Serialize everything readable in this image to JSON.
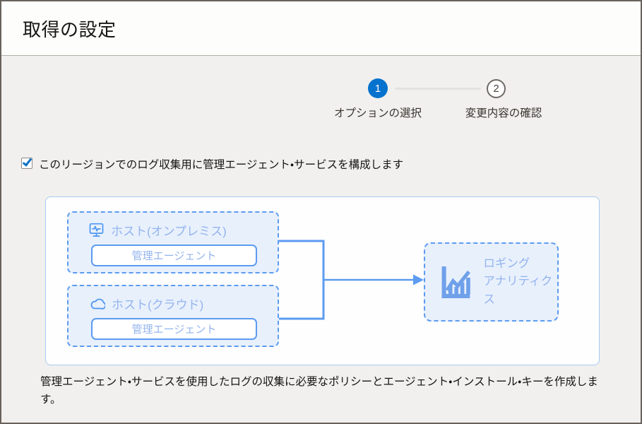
{
  "header": {
    "title": "取得の設定"
  },
  "stepper": {
    "steps": [
      {
        "number": "1",
        "label": "オプションの選択",
        "state": "current"
      },
      {
        "number": "2",
        "label": "変更内容の確認",
        "state": "upcoming"
      }
    ]
  },
  "options": {
    "configure_checkbox": {
      "checked": true,
      "label": "このリージョンでのログ収集用に管理エージェント・サービスを構成します"
    }
  },
  "diagram": {
    "hosts": [
      {
        "icon": "monitor-pulse-icon",
        "title": "ホスト(オンプレミス)",
        "agent_label": "管理エージェント"
      },
      {
        "icon": "cloud-icon",
        "title": "ホスト(クラウド)",
        "agent_label": "管理エージェント"
      }
    ],
    "target": {
      "icon": "bar-chart-icon",
      "label_lines": [
        "ロギング",
        "アナリティクス"
      ]
    }
  },
  "footer_note": "管理エージェント・サービスを使用したログの収集に必要なポリシーとエージェント・インストール・キーを作成します。",
  "colors": {
    "accent_blue": "#0572ce",
    "diagram_line_blue": "#5c9bf1",
    "diagram_fill_blue": "#e8f0fc",
    "diagram_text_blue": "#93b4ef"
  }
}
